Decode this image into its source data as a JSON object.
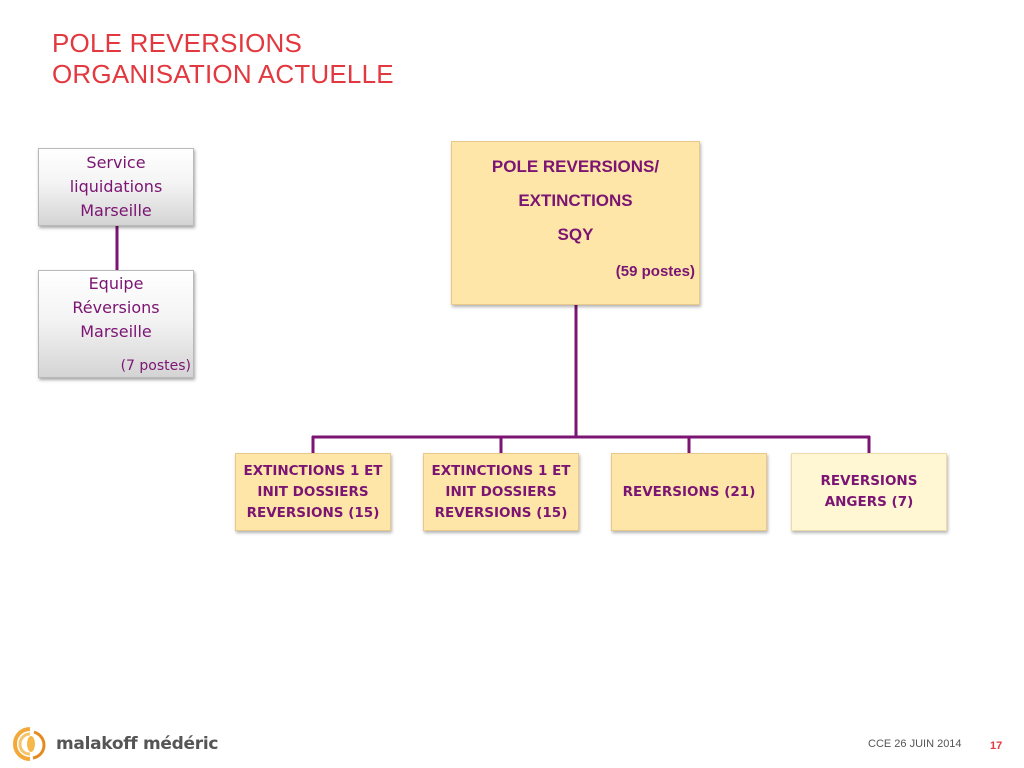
{
  "slide": {
    "title_line1": "POLE REVERSIONS",
    "title_line2": "ORGANISATION ACTUELLE"
  },
  "left_branch": {
    "service": {
      "line1": "Service",
      "line2": "liquidations",
      "line3": "Marseille"
    },
    "equipe": {
      "line1": "Equipe",
      "line2": "Réversions",
      "line3": "Marseille",
      "staff": "(7 postes)"
    }
  },
  "main_unit": {
    "line1": "POLE REVERSIONS/",
    "line2": "EXTINCTIONS",
    "line3": "SQY",
    "staff": "(59 postes)"
  },
  "sub_units": [
    {
      "line1": "EXTINCTIONS 1 ET",
      "line2": "INIT DOSSIERS",
      "line3": "REVERSIONS (15)"
    },
    {
      "line1": "EXTINCTIONS 1 ET",
      "line2": "INIT DOSSIERS",
      "line3": "REVERSIONS (15)"
    },
    {
      "line1": "REVERSIONS (21)"
    },
    {
      "line1": "REVERSIONS",
      "line2": "ANGERS (7)"
    }
  ],
  "footer": {
    "logo_text": "malakoff médéric",
    "logo_icon": "malakoff-mederic-logo-icon",
    "date": "CCE 26 JUIN 2014",
    "page_number": "17"
  },
  "colors": {
    "title": "#e2383f",
    "connector": "#7b1472",
    "box_text": "#7b1472",
    "box_fill": "#fde6a8",
    "box_fill_pale": "#fff7d4"
  }
}
